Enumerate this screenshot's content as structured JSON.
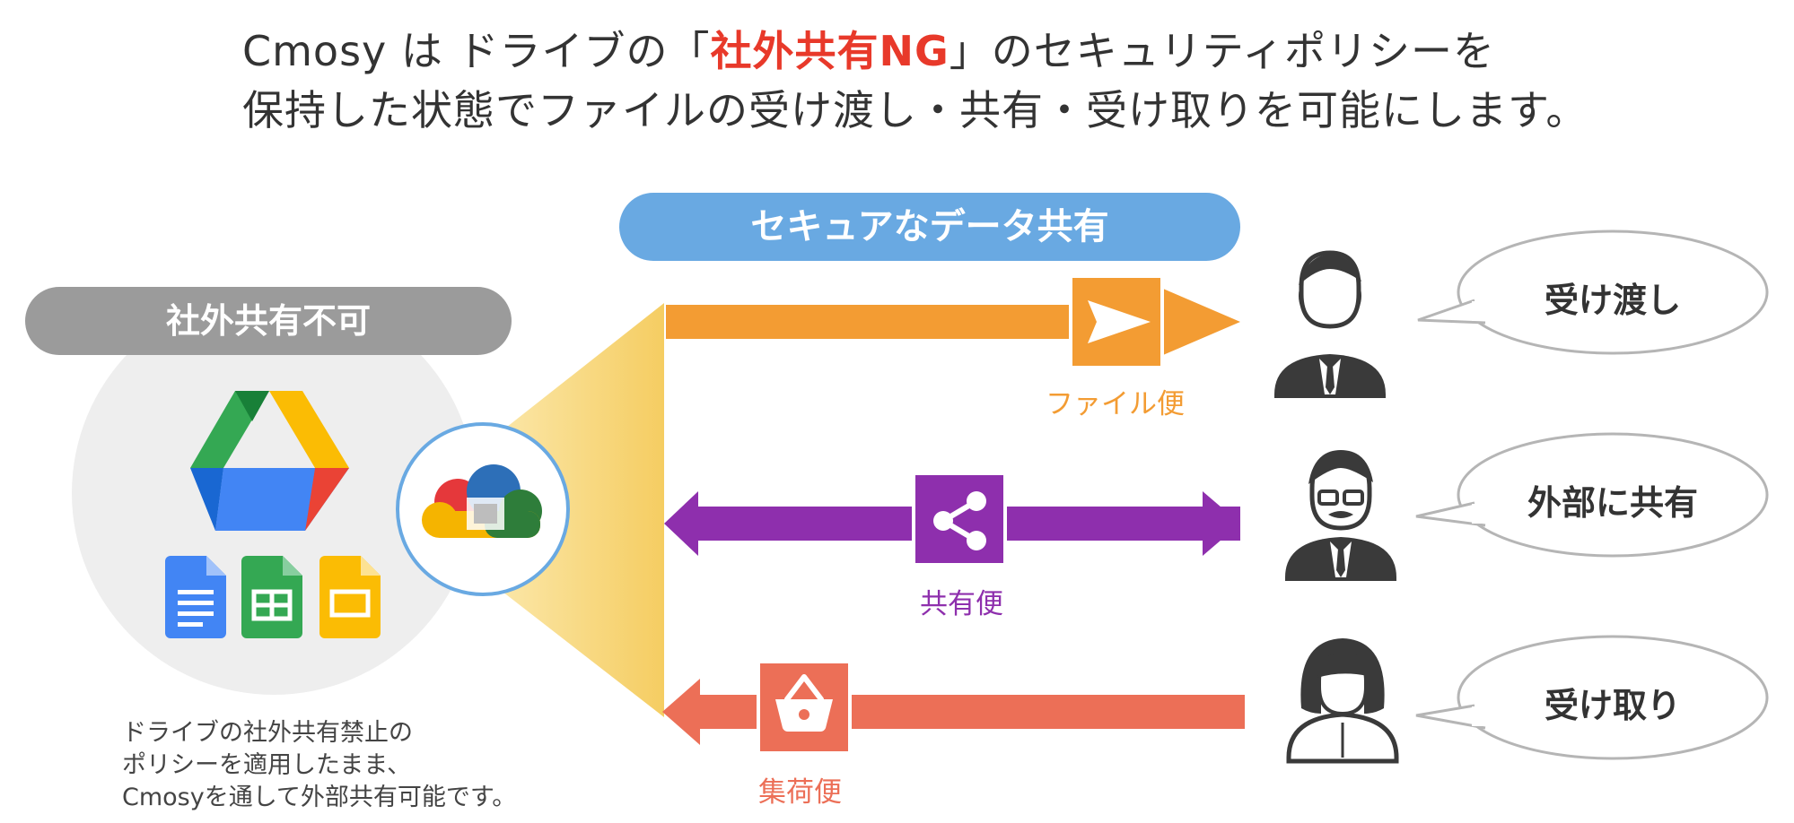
{
  "headline": {
    "line1_pre": "Cmosy は ドライブの「",
    "line1_highlight": "社外共有NG",
    "line1_post": "」のセキュリティポリシーを",
    "line2": "保持した状態でファイルの受け渡し・共有・受け取りを可能にします。"
  },
  "left": {
    "label": "社外共有不可",
    "note_lines": [
      "ドライブの社外共有禁止の",
      "ポリシーを適用したまま、",
      "Cmosyを通して外部共有可能です。"
    ]
  },
  "center": {
    "label": "セキュアなデータ共有"
  },
  "flows": [
    {
      "caption": "ファイル便",
      "color": "#f39c33",
      "icon": "send-icon",
      "direction": "outgoing"
    },
    {
      "caption": "共有便",
      "color": "#8e2fad",
      "icon": "share-icon",
      "direction": "both"
    },
    {
      "caption": "集荷便",
      "color": "#ec6f57",
      "icon": "basket-icon",
      "direction": "incoming"
    }
  ],
  "bubbles": [
    {
      "text": "受け渡し",
      "person": "businessman-icon"
    },
    {
      "text": "外部に共有",
      "person": "mustache-man-icon"
    },
    {
      "text": "受け取り",
      "person": "woman-icon"
    }
  ],
  "colors": {
    "gray_pill": "#9b9b9b",
    "blue_pill": "#69a9e2",
    "highlight": "#e8392a",
    "circle_bg": "#eeeeee",
    "hub_border": "#69a9e2"
  }
}
